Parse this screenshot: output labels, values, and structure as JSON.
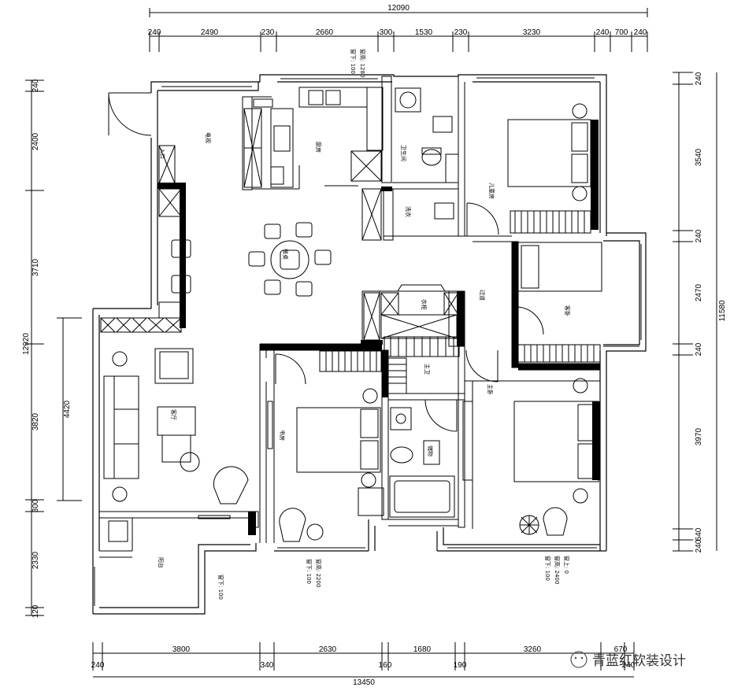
{
  "dims": {
    "top_total": "12090",
    "top": [
      "240",
      "2490",
      "230",
      "2660",
      "300",
      "1530",
      "230",
      "3230",
      "240",
      "700",
      "240"
    ],
    "bottom": [
      "3800",
      "2630",
      "1680",
      "3260",
      "670"
    ],
    "bottom2": [
      "240",
      "340",
      "160",
      "190",
      "240"
    ],
    "bottom_total": "13450",
    "left": [
      "240",
      "2400",
      "3710",
      "12920",
      "4420",
      "3820",
      "300",
      "2330",
      "120"
    ],
    "right": [
      "240",
      "3540",
      "240",
      "2470",
      "240",
      "3970",
      "11580",
      "640",
      "240"
    ]
  },
  "notes": {
    "top_a": "窗高: 1280",
    "top_b": "窗下: 100",
    "mid_a": "窗高: 2200",
    "mid_b": "窗下: 100",
    "right_a": "窗上: 0",
    "right_b": "窗高: 2400",
    "right_c": "窗下: 100",
    "left_low": "窗下: 100"
  },
  "rooms": {
    "living_tv": "电视",
    "kitchen": "厨房",
    "dining_table": "餐桌",
    "bath_top": "卫生间",
    "wash": "洗衣",
    "bed_top": "儿童房",
    "bed_mid": "客卧",
    "closet": "衣柜",
    "bed_master": "主卧",
    "hall": "过道",
    "master_bath": "主卫",
    "study_bed": "书房",
    "balcony": "阳台",
    "living": "客厅",
    "entrance": "入口",
    "storage": "储物"
  },
  "watermark": "青蓝红软装设计"
}
